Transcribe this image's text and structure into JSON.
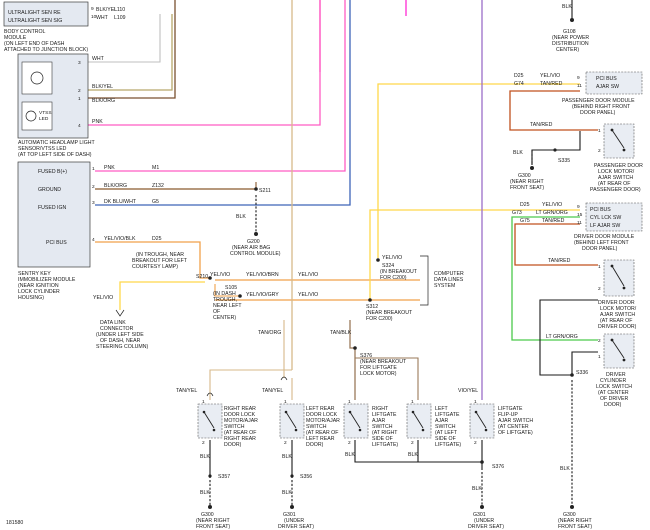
{
  "bcm": {
    "rows": [
      {
        "pin": "9",
        "label": "ULTRALIGHT SEN RE",
        "color": "BLK/YEL",
        "circuit": "L110"
      },
      {
        "pin": "10",
        "label": "ULTRALIGHT SEN SIG",
        "color": "WHT",
        "circuit": "L109"
      }
    ],
    "title_lines": [
      "BODY CONTROL",
      "MODULE",
      "(ON LEFT END OF DASH",
      "ATTACHED TO JUNCTION BLOCK)"
    ]
  },
  "sensor": {
    "pins": [
      {
        "pin": "3",
        "color": "WHT"
      },
      {
        "pin": "2",
        "color": "BLK/YEL"
      },
      {
        "pin": "1",
        "color": "BLK/ORG"
      },
      {
        "pin": "4",
        "color": "PNK"
      }
    ],
    "led1": "",
    "led2_lines": [
      "VTSS",
      "LED"
    ],
    "title_lines": [
      "AUTOMATIC HEADLAMP LIGHT",
      "SENSOR/VTSS LED",
      "(AT TOP LEFT SIDE OF DASH)"
    ]
  },
  "skim": {
    "rows": [
      {
        "label": "FUSED B(+)",
        "pin": "1",
        "color": "PNK",
        "circuit": "M1"
      },
      {
        "label": "GROUND",
        "pin": "2",
        "color": "BLK/ORG",
        "circuit": "Z132"
      },
      {
        "label": "FUSED IGN",
        "pin": "3",
        "color": "DK BLU/WHT",
        "circuit": "G5"
      },
      {
        "label": "PCI BUS",
        "pin": "4",
        "color": "YEL/VIO/BLK",
        "circuit": "D25"
      }
    ],
    "title_lines": [
      "SENTRY KEY",
      "IMMOBILIZER MODULE",
      "(NEAR IGNITION",
      "LOCK CYLINDER",
      "HOUSING)"
    ]
  },
  "s211": {
    "label": "S211",
    "wire": "BLK"
  },
  "g200": {
    "label": "G200",
    "lines": [
      "(NEAR AIR BAG",
      "CONTROL MODULE)"
    ]
  },
  "s210": {
    "label": "S210",
    "note_lines": [
      "(IN TROUGH, NEAR",
      "BREAKOUT FOR LEFT",
      "COURTESY LAMP)"
    ]
  },
  "s105": {
    "label": "S105",
    "note_lines": [
      "(IN DASH",
      "TROUGH,",
      "NEAR LEFT",
      "OF",
      "CENTER)"
    ]
  },
  "dlc": {
    "wire": "YEL/VIO",
    "lines": [
      "DATA LINK",
      "CONNECTOR",
      "(UNDER LEFT SIDE",
      "OF DASH, NEAR",
      "STEERING COLUMN)"
    ]
  },
  "bus_wires": {
    "w1": "YEL/VIO",
    "w2": "YEL/VIO/BRN",
    "w3": "YEL/VIO",
    "w4": "YEL/VIO/GRY",
    "w5": "YEL/VIO",
    "w6": "YEL/VIO"
  },
  "s324": {
    "label": "S324",
    "note_lines": [
      "(IN BREAKOUT",
      "FOR C200)"
    ]
  },
  "s312": {
    "label": "S312",
    "note_lines": [
      "(NEAR BREAKOUT",
      "FOR C200)"
    ]
  },
  "cdl": {
    "lines": [
      "COMPUTER",
      "DATA LINES",
      "SYSTEM"
    ]
  },
  "g108": {
    "label": "G108",
    "wire": "BLK",
    "lines": [
      "(NEAR POWER",
      "DISTRIBUTION",
      "CENTER)"
    ]
  },
  "pdm": {
    "rows": [
      {
        "circuit": "D25",
        "color": "YEL/VIO",
        "pin": "9",
        "label": "PCI BUS"
      },
      {
        "circuit": "G74",
        "color": "TAN/RED",
        "pin": "11",
        "label": "AJAR SW"
      }
    ],
    "title_lines": [
      "PASSENGER DOOR MODULE",
      "(BEHIND RIGHT FRONT",
      "DOOR PANEL)"
    ]
  },
  "pdlm": {
    "wire": "TAN/RED",
    "pins": [
      "1",
      "2"
    ],
    "title_lines": [
      "PASSENGER DOOR",
      "LOCK MOTOR/",
      "AJAR SWITCH",
      "(AT REAR OF",
      "PASSENGER DOOR)"
    ]
  },
  "s335": {
    "label": "S335",
    "wire": "BLK"
  },
  "g300": {
    "label": "G300",
    "lines": [
      "(NEAR RIGHT",
      "FRONT SEAT)"
    ]
  },
  "ddm": {
    "rows": [
      {
        "circuit": "D25",
        "color": "YEL/VIO",
        "pin": "9",
        "label": "PCI BUS"
      },
      {
        "circuit": "G73",
        "color": "LT GRN/ORG",
        "pin": "15",
        "label": "CYL LCK SW"
      },
      {
        "circuit": "G75",
        "color": "TAN/RED",
        "pin": "11",
        "label": "LF AJAR SW"
      }
    ],
    "title_lines": [
      "DRIVER DOOR MODULE",
      "(BEHIND LEFT FRONT",
      "DOOR PANEL)"
    ]
  },
  "ddlm": {
    "wire": "TAN/RED",
    "pins": [
      "1",
      "2"
    ],
    "title_lines": [
      "DRIVER DOOR",
      "LOCK MOTOR/",
      "AJAR SWITCH",
      "(AT REAR OF",
      "DRIVER DOOR)"
    ]
  },
  "dcls": {
    "wire": "LT GRN/ORG",
    "pins": [
      "2",
      "1"
    ],
    "title_lines": [
      "DRIVER",
      "CYLINDER",
      "LOCK SWITCH",
      "(AT CENTER",
      "OF DRIVER",
      "DOOR)"
    ]
  },
  "s336": {
    "label": "S336",
    "wire": "BLK"
  },
  "tan_org": {
    "w1": "TAN/ORG",
    "w2": "TAN/BLK"
  },
  "s376a": {
    "label": "S376",
    "note_lines": [
      "(NEAR BREAKOUT",
      "FOR LIFTGATE",
      "LOCK MOTOR)"
    ]
  },
  "s376b": {
    "label": "S376"
  },
  "rear_switches": [
    {
      "wire": "TAN/YEL",
      "pins": [
        "1",
        "2"
      ],
      "lines": [
        "RIGHT REAR",
        "DOOR LOCK",
        "MOTOR/AJAR",
        "SWITCH",
        "(AT REAR OF",
        "RIGHT REAR",
        "DOOR)"
      ]
    },
    {
      "wire": "TAN/YEL",
      "pins": [
        "1",
        "2"
      ],
      "lines": [
        "LEFT REAR",
        "DOOR LOCK",
        "MOTOR/AJAR",
        "SWITCH",
        "(AT REAR OF",
        "LEFT REAR",
        "DOOR)"
      ]
    },
    {
      "wire": "",
      "pins": [
        "1",
        "2"
      ],
      "lines": [
        "RIGHT",
        "LIFTGATE",
        "AJAR",
        "SWITCH",
        "(AT RIGHT",
        "SIDE OF",
        "LIFTGATE)"
      ]
    },
    {
      "wire": "",
      "pins": [
        "1",
        "2"
      ],
      "lines": [
        "LEFT",
        "LIFTGATE",
        "AJAR",
        "SWITCH",
        "(AT LEFT",
        "SIDE OF",
        "LIFTGATE)"
      ]
    },
    {
      "wire": "VIO/YEL",
      "pins": [
        "1",
        "2"
      ],
      "lines": [
        "LIFTGATE",
        "FLIP-UP",
        "AJAR SWITCH",
        "(AT CENTER",
        "OF LIFTGATE)"
      ]
    }
  ],
  "bottom_splices": [
    {
      "label": "S357",
      "wire1": "BLK",
      "wire2": "BLK"
    },
    {
      "label": "S356",
      "wire1": "BLK",
      "wire2": "BLK"
    }
  ],
  "bottom_grounds": [
    {
      "label": "G300",
      "lines": [
        "(NEAR RIGHT",
        "FRONT SEAT)"
      ]
    },
    {
      "label": "G301",
      "lines": [
        "(UNDER",
        "DRIVER SEAT)"
      ]
    },
    {
      "label": "G301",
      "lines": [
        "(UNDER",
        "DRIVER SEAT)"
      ]
    },
    {
      "label": "G300",
      "lines": [
        "(NEAR RIGHT",
        "FRONT SEAT)"
      ]
    }
  ],
  "misc": {
    "blk": "BLK",
    "footer_id": "181580"
  },
  "colors": {
    "pink": "#ff5cc4",
    "magenta": "#ff2bd4",
    "orange": "#f0a14a",
    "yellow": "#ffd84a",
    "brown": "#8a5a2e",
    "blue": "#3d63b8",
    "green": "#4cc94c",
    "olive": "#b7a86a",
    "tan": "#d7b98a",
    "purple": "#9b6ec8"
  }
}
